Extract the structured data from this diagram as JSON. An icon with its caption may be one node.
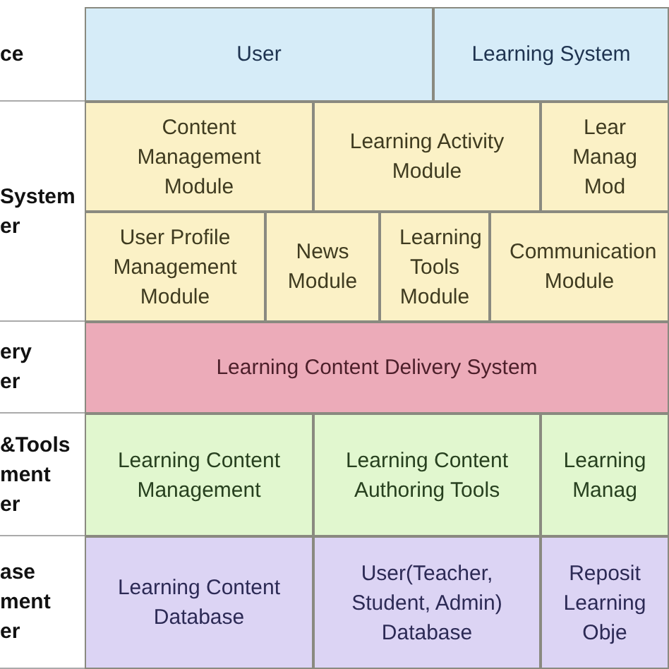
{
  "diagram": {
    "nodes": [
      {
        "text": [
          "ce"
        ]
      },
      {
        "text": [
          "User"
        ]
      },
      {
        "text": [
          "Learning System"
        ]
      },
      {
        "text": [
          "System er"
        ]
      },
      {
        "text": [
          "Content Management Module"
        ]
      },
      {
        "text": [
          "Learning Activity Module"
        ]
      },
      {
        "text": [
          "Lear Manag Mod"
        ]
      },
      {
        "text": [
          "User Profile Management Module"
        ]
      },
      {
        "text": [
          "News Module"
        ]
      },
      {
        "text": [
          "Learning Tools Module"
        ]
      },
      {
        "text": [
          "Communication Module"
        ]
      },
      {
        "text": [
          "ery er"
        ]
      },
      {
        "text": [
          "Learning Content Delivery System"
        ]
      },
      {
        "text": [
          "&Tools ment er"
        ]
      },
      {
        "text": [
          "Learning Content Management"
        ]
      },
      {
        "text": [
          "Learning Content Authoring Tools"
        ]
      },
      {
        "text": [
          "Learning Manag"
        ]
      },
      {
        "text": [
          "ase ment er"
        ]
      },
      {
        "text": [
          "Learning Content Database"
        ]
      },
      {
        "text": [
          "User(Teacher, Student, Admin) Database"
        ]
      },
      {
        "text": [
          "Reposit Learning Obje"
        ]
      }
    ]
  }
}
